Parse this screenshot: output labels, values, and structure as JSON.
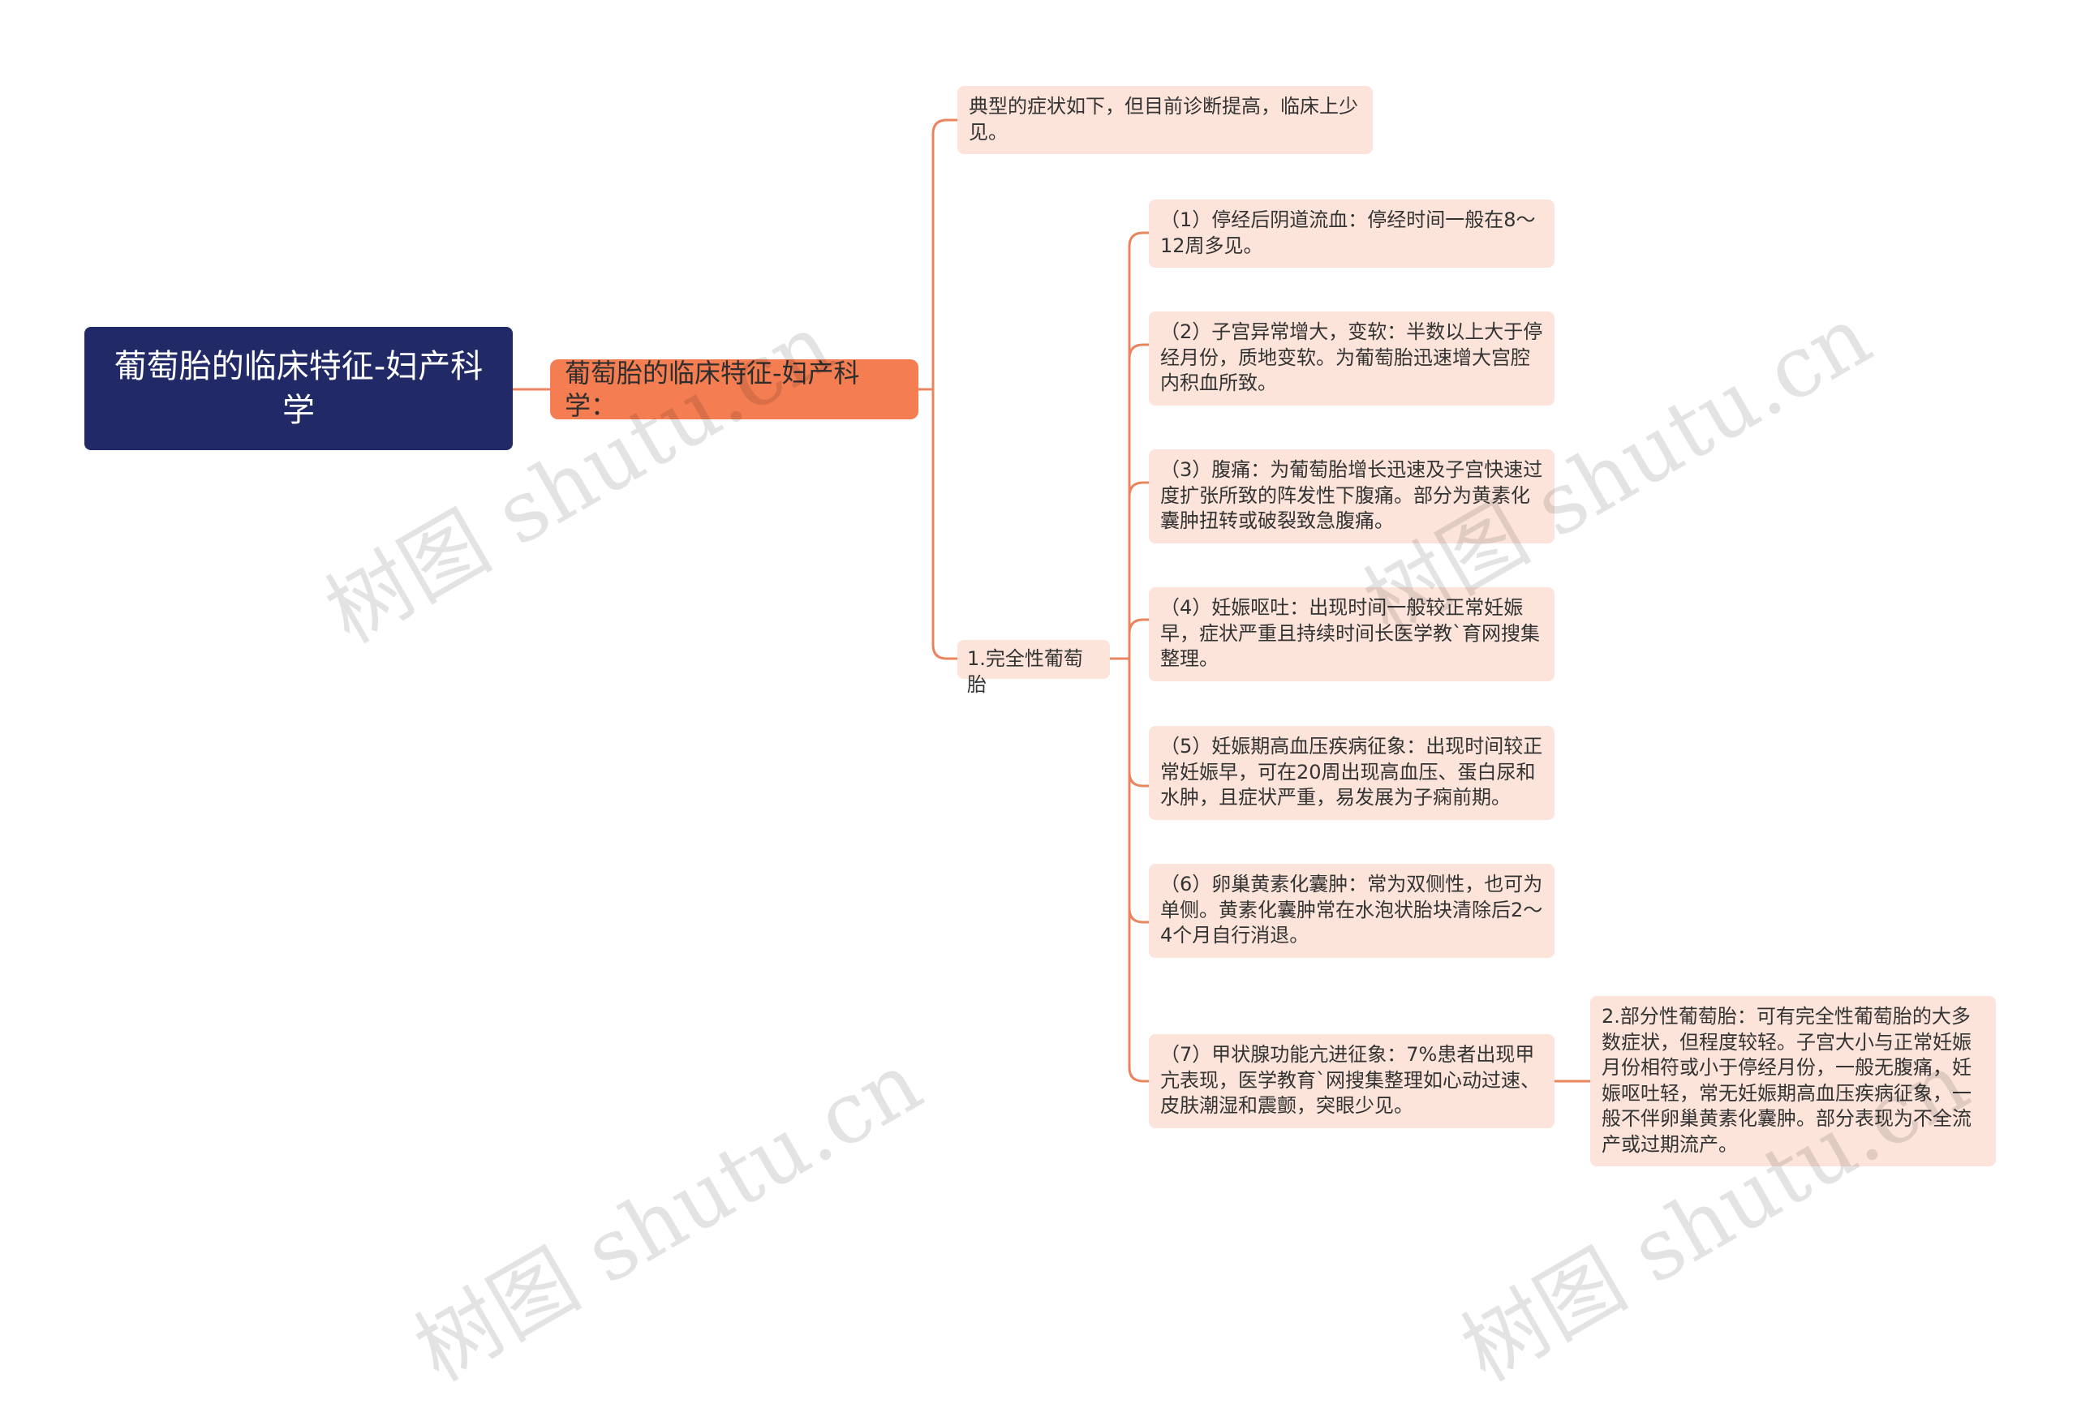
{
  "root": {
    "title": "葡萄胎的临床特征-妇产科学"
  },
  "branch": {
    "label": "葡萄胎的临床特征-妇产科学："
  },
  "intro": {
    "text": "典型的症状如下，但目前诊断提高，临床上少见。"
  },
  "complete": {
    "label": "1.完全性葡萄胎",
    "items": [
      "（1）停经后阴道流血：停经时间一般在8～12周多见。",
      "（2）子宫异常增大，变软：半数以上大于停经月份，质地变软。为葡萄胎迅速增大宫腔内积血所致。",
      "（3）腹痛：为葡萄胎增长迅速及子宫快速过度扩张所致的阵发性下腹痛。部分为黄素化囊肿扭转或破裂致急腹痛。",
      "（4）妊娠呕吐：出现时间一般较正常妊娠早，症状严重且持续时间长医学教`育网搜集整理。",
      "（5）妊娠期高血压疾病征象：出现时间较正常妊娠早，可在20周出现高血压、蛋白尿和水肿，且症状严重，易发展为子痫前期。",
      "（6）卵巢黄素化囊肿：常为双侧性，也可为单侧。黄素化囊肿常在水泡状胎块清除后2～4个月自行消退。",
      "（7）甲状腺功能亢进征象：7%患者出现甲亢表现，医学教育`网搜集整理如心动过速、皮肤潮湿和震颤，突眼少见。"
    ]
  },
  "partial": {
    "text": "2.部分性葡萄胎：可有完全性葡萄胎的大多数症状，但程度较轻。子宫大小与正常妊娠月份相符或小于停经月份，一般无腹痛，妊娠呕吐轻，常无妊娠期高血压疾病征象，一般不伴卵巢黄素化囊肿。部分表现为不全流产或过期流产。"
  },
  "watermark": "树图 shutu.cn",
  "colors": {
    "root_bg": "#212a67",
    "branch_bg": "#f47d52",
    "leaf_bg": "#fce4da",
    "edge": "#e8855f"
  }
}
